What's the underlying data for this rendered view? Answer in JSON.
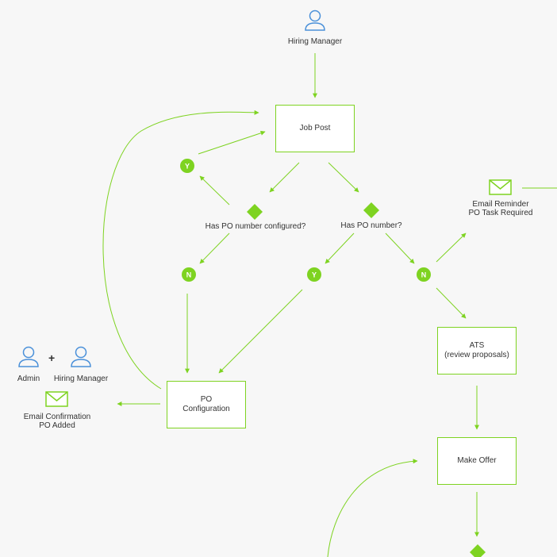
{
  "colors": {
    "accent": "#7ed321",
    "person": "#4a90d9",
    "text": "#333333",
    "background": "#f7f7f7"
  },
  "icons": {
    "person": "person-icon",
    "mail": "envelope-icon",
    "decision": "diamond-icon"
  },
  "actors": {
    "top": "Hiring Manager",
    "admin": "Admin",
    "plus": "+",
    "side": "Hiring Manager"
  },
  "nodes": {
    "job_post": "Job Post",
    "po_config_line1": "PO",
    "po_config_line2": "Configuration",
    "ats_line1": "ATS",
    "ats_line2": "(review proposals)",
    "make_offer": "Make Offer"
  },
  "decisions": {
    "has_po_configured": "Has PO number configured?",
    "has_po_number": "Has PO number?"
  },
  "badges": {
    "yes": "Y",
    "no": "N"
  },
  "emails": {
    "reminder_line1": "Email Reminder",
    "reminder_line2": "PO Task Required",
    "confirmation_line1": "Email Confirmation",
    "confirmation_line2": "PO Added"
  }
}
